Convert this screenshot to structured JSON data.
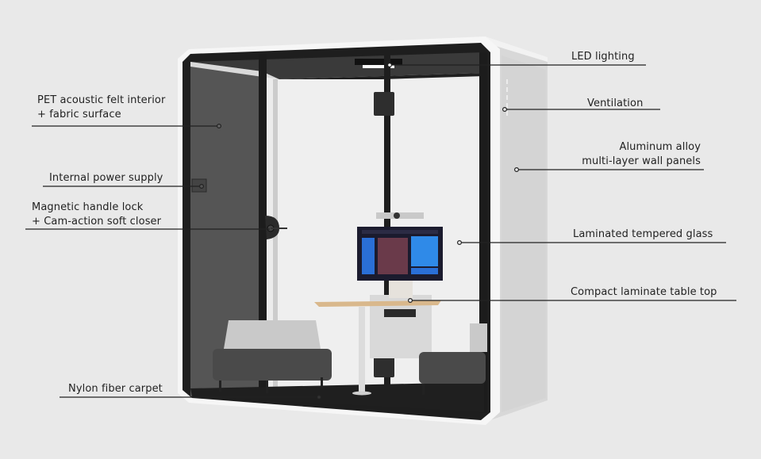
{
  "diagram": {
    "subject": "Office phone booth / meeting pod",
    "background_color": "#e9e9e9",
    "line_color": "#222222",
    "callouts": {
      "led_lighting": {
        "lines": [
          "LED lighting"
        ]
      },
      "ventilation": {
        "lines": [
          "Ventilation"
        ]
      },
      "aluminum_panels": {
        "lines": [
          "Aluminum alloy",
          "multi-layer wall panels"
        ]
      },
      "glass": {
        "lines": [
          "Laminated tempered glass"
        ]
      },
      "table_top": {
        "lines": [
          "Compact laminate table top"
        ]
      },
      "felt_interior": {
        "lines": [
          "PET acoustic felt interior",
          "+ fabric surface"
        ]
      },
      "power_supply": {
        "lines": [
          "Internal power supply"
        ]
      },
      "handle_lock": {
        "lines": [
          "Magnetic handle lock",
          "+ Cam-action soft closer"
        ]
      },
      "carpet": {
        "lines": [
          "Nylon fiber carpet"
        ]
      }
    }
  }
}
